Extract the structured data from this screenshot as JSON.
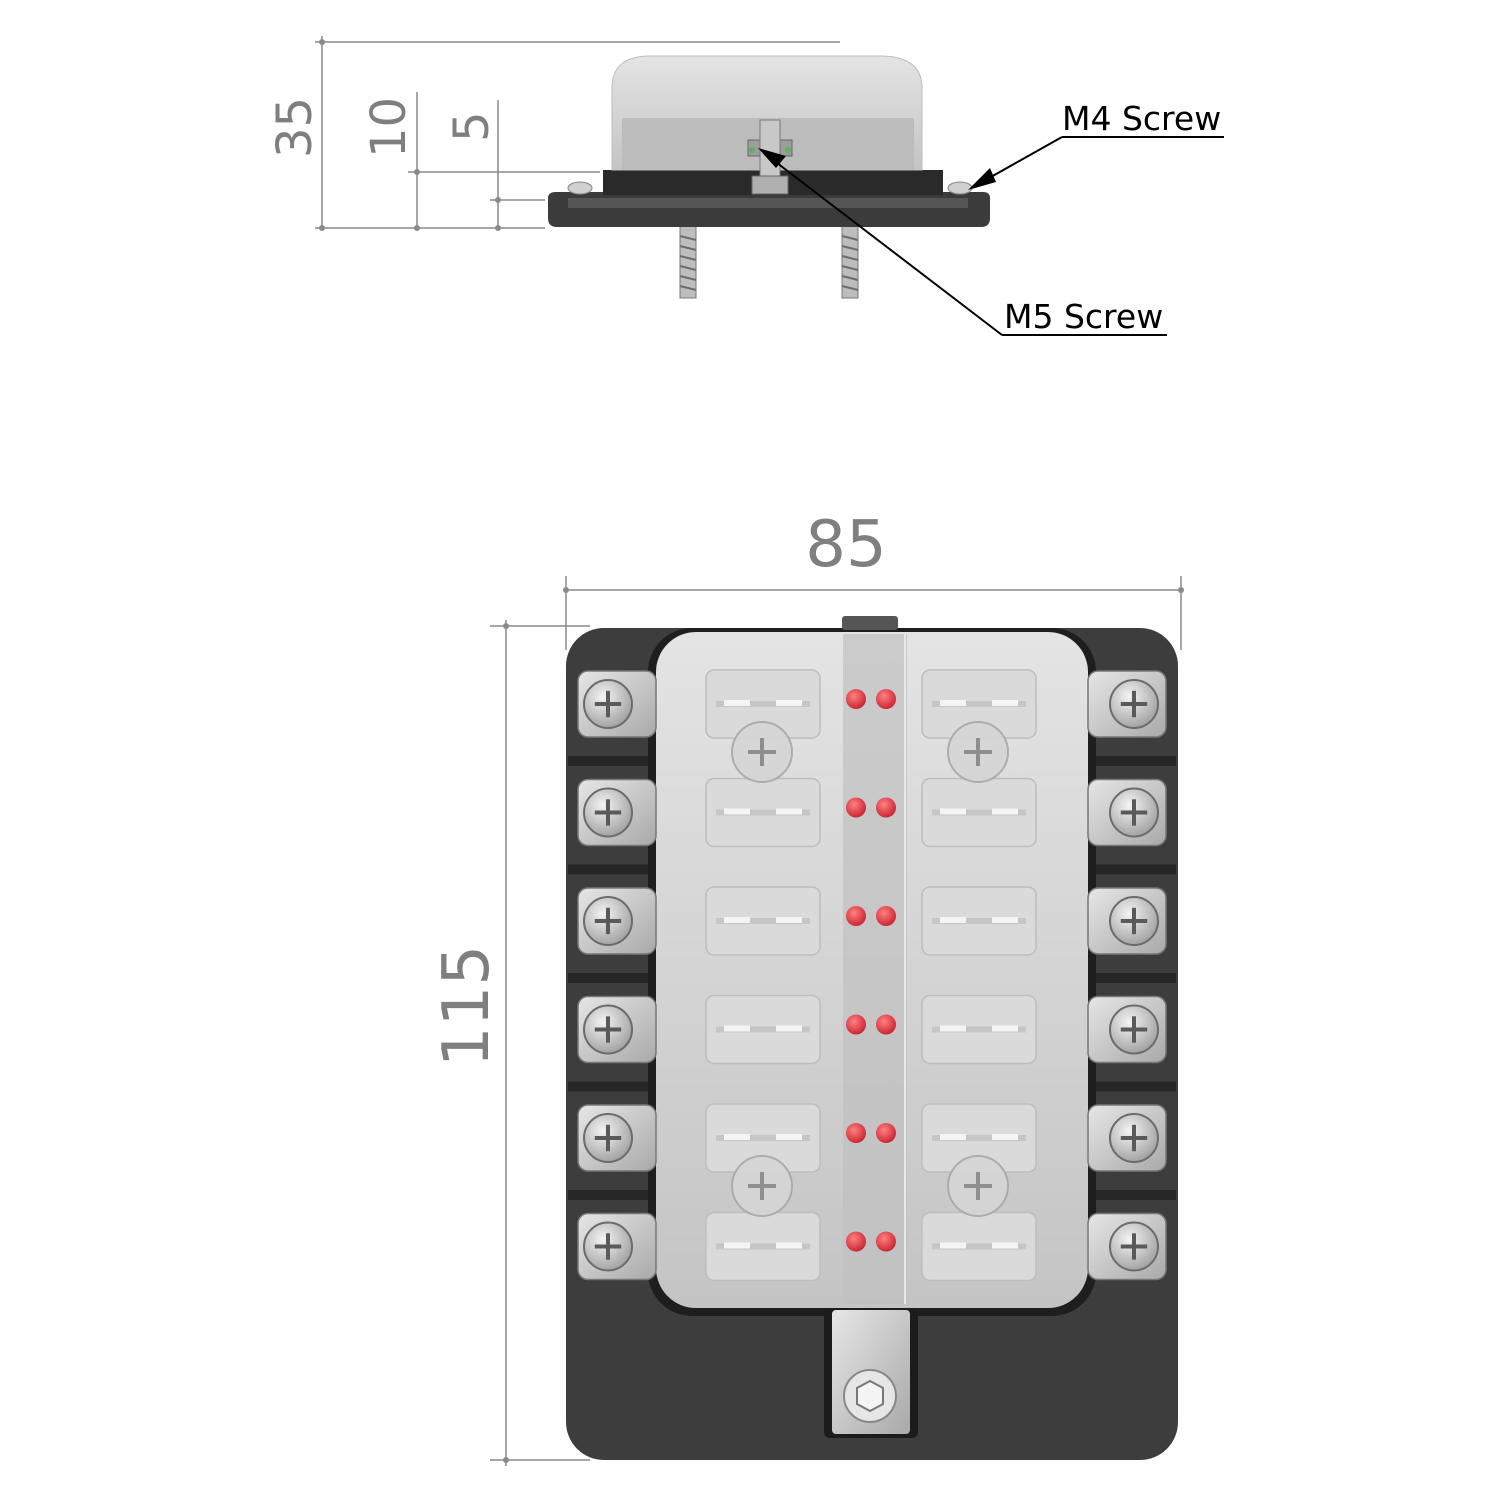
{
  "side_view": {
    "dimensions": [
      "35",
      "10",
      "5"
    ],
    "callouts": {
      "m4": "M4 Screw",
      "m5": "M5 Screw"
    }
  },
  "top_view": {
    "width_dim": "85",
    "height_dim": "115"
  },
  "colors": {
    "body": "#3d3d3d",
    "cover": "#d0d0d0",
    "terminal": "#c9c9c9",
    "led": "#e0404a",
    "dimension": "#7f7f7f"
  },
  "fuse_rows": 6,
  "fuses_per_row": 2
}
